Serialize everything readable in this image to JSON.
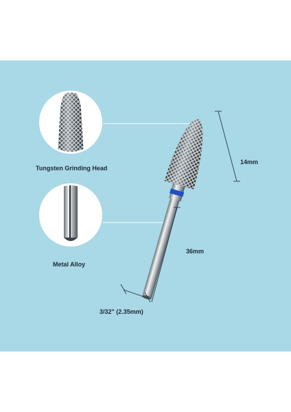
{
  "labels": {
    "tungsten_head": "Tungsten Grinding Head",
    "metal_alloy": "Metal Alloy",
    "head_length": "14mm",
    "shank_length": "36mm",
    "shank_diameter": "3/32\" (2.35mm)"
  },
  "colors": {
    "background": "#a9d8e6",
    "ring": "#1f4fc2",
    "text": "#1c2a33",
    "line": "#ffffff"
  }
}
